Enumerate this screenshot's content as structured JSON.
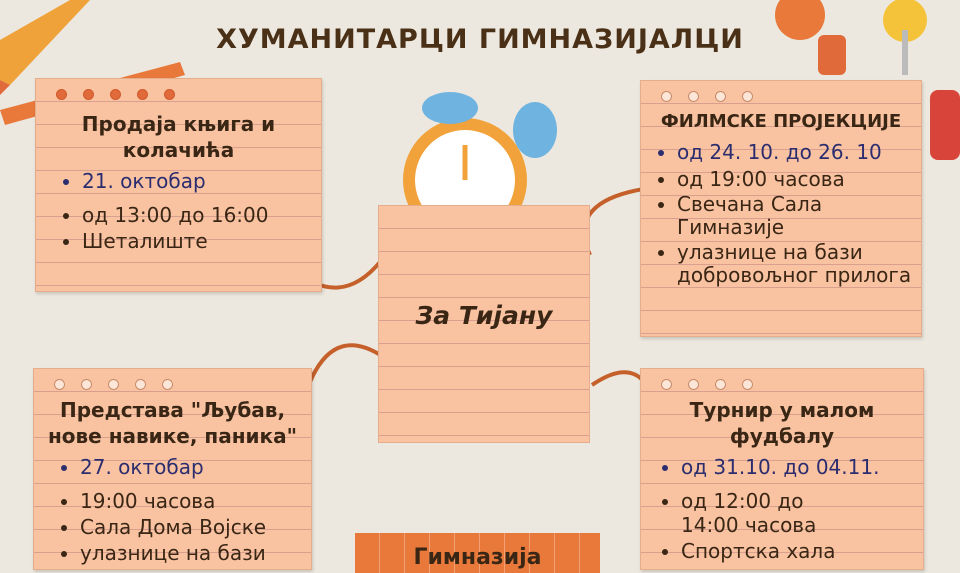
{
  "title": "ХУМАНИТАРЦИ ГИМНАЗИЈАЛЦИ",
  "center": {
    "label": "За Тијану"
  },
  "cards": [
    {
      "title": "Продаја књига и колачића",
      "items": [
        "21. октобар",
        "од 13:00 до 16:00",
        "Шеталиште"
      ]
    },
    {
      "title": "ФИЛМСКЕ ПРОЈЕКЦИЈЕ",
      "items": [
        "од 24. 10. до 26. 10",
        "од 19:00 часова",
        "Свечана Сала Гимназије",
        "улазнице на бази добровољног прилога"
      ]
    },
    {
      "title": "Представа \"Љубав, нове навике, паника\"",
      "items": [
        "27. октобар",
        "19:00 часова",
        "Сала Дома Војске",
        "улазнице на бази"
      ]
    },
    {
      "title": "Турнир у малом фудбалу",
      "items": [
        "од 31.10. до 04.11.",
        "од 12:00 до 14:00 часова",
        "Спортска хала"
      ]
    }
  ],
  "banner": {
    "label": "Гимназија"
  },
  "colors": {
    "note": "#f9c3a2",
    "accent": "#e8793a",
    "date": "#2b2d6e",
    "background": "#ece8df"
  }
}
